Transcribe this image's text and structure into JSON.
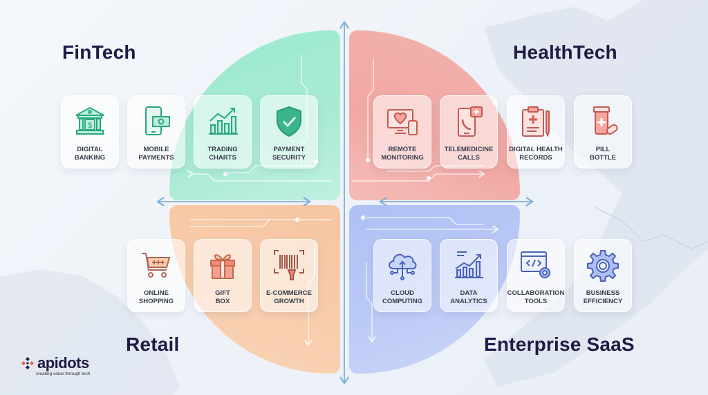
{
  "colors": {
    "title": "#1e1b45",
    "fintech": "#8be8c8",
    "fintech_icon": "#2aa77e",
    "healthtech": "#f29a93",
    "healthtech_icon": "#c45a52",
    "retail": "#f9c39a",
    "retail_icon": "#c46a4e",
    "saas": "#aebff5",
    "saas_icon": "#4a62b8",
    "arrow": "#7fb1d6"
  },
  "quadrants": {
    "fintech": {
      "title": "FinTech",
      "items": [
        {
          "line1": "Digital",
          "line2": "Banking",
          "icon": "bank-icon"
        },
        {
          "line1": "Mobile",
          "line2": "Payments",
          "icon": "mobile-payment-icon"
        },
        {
          "line1": "Trading",
          "line2": "Charts",
          "icon": "trading-chart-icon"
        },
        {
          "line1": "Payment",
          "line2": "Security",
          "icon": "shield-check-icon"
        }
      ]
    },
    "healthtech": {
      "title": "HealthTech",
      "items": [
        {
          "line1": "Remote",
          "line2": "Monitoring",
          "icon": "heart-monitor-icon"
        },
        {
          "line1": "Telemedicine",
          "line2": "Calls",
          "icon": "telemedicine-phone-icon"
        },
        {
          "line1": "Digital Health",
          "line2": "Records",
          "icon": "clipboard-records-icon"
        },
        {
          "line1": "Pill",
          "line2": "Bottle",
          "icon": "pill-bottle-icon"
        }
      ]
    },
    "retail": {
      "title": "Retail",
      "items": [
        {
          "line1": "Online",
          "line2": "Shopping",
          "icon": "shopping-cart-icon"
        },
        {
          "line1": "Gift",
          "line2": "Box",
          "icon": "gift-box-icon"
        },
        {
          "line1": "E-Commerce",
          "line2": "Growth",
          "icon": "barcode-scanner-icon"
        }
      ]
    },
    "saas": {
      "title": "Enterprise SaaS",
      "items": [
        {
          "line1": "Cloud",
          "line2": "Computing",
          "icon": "cloud-icon"
        },
        {
          "line1": "Data",
          "line2": "Analytics",
          "icon": "analytics-chart-icon"
        },
        {
          "line1": "Collaboration",
          "line2": "Tools",
          "icon": "code-window-gear-icon"
        },
        {
          "line1": "Business",
          "line2": "Efficiency",
          "icon": "gear-icon"
        }
      ]
    }
  },
  "logo": {
    "name": "apidots",
    "tagline": "creating value through tech"
  }
}
